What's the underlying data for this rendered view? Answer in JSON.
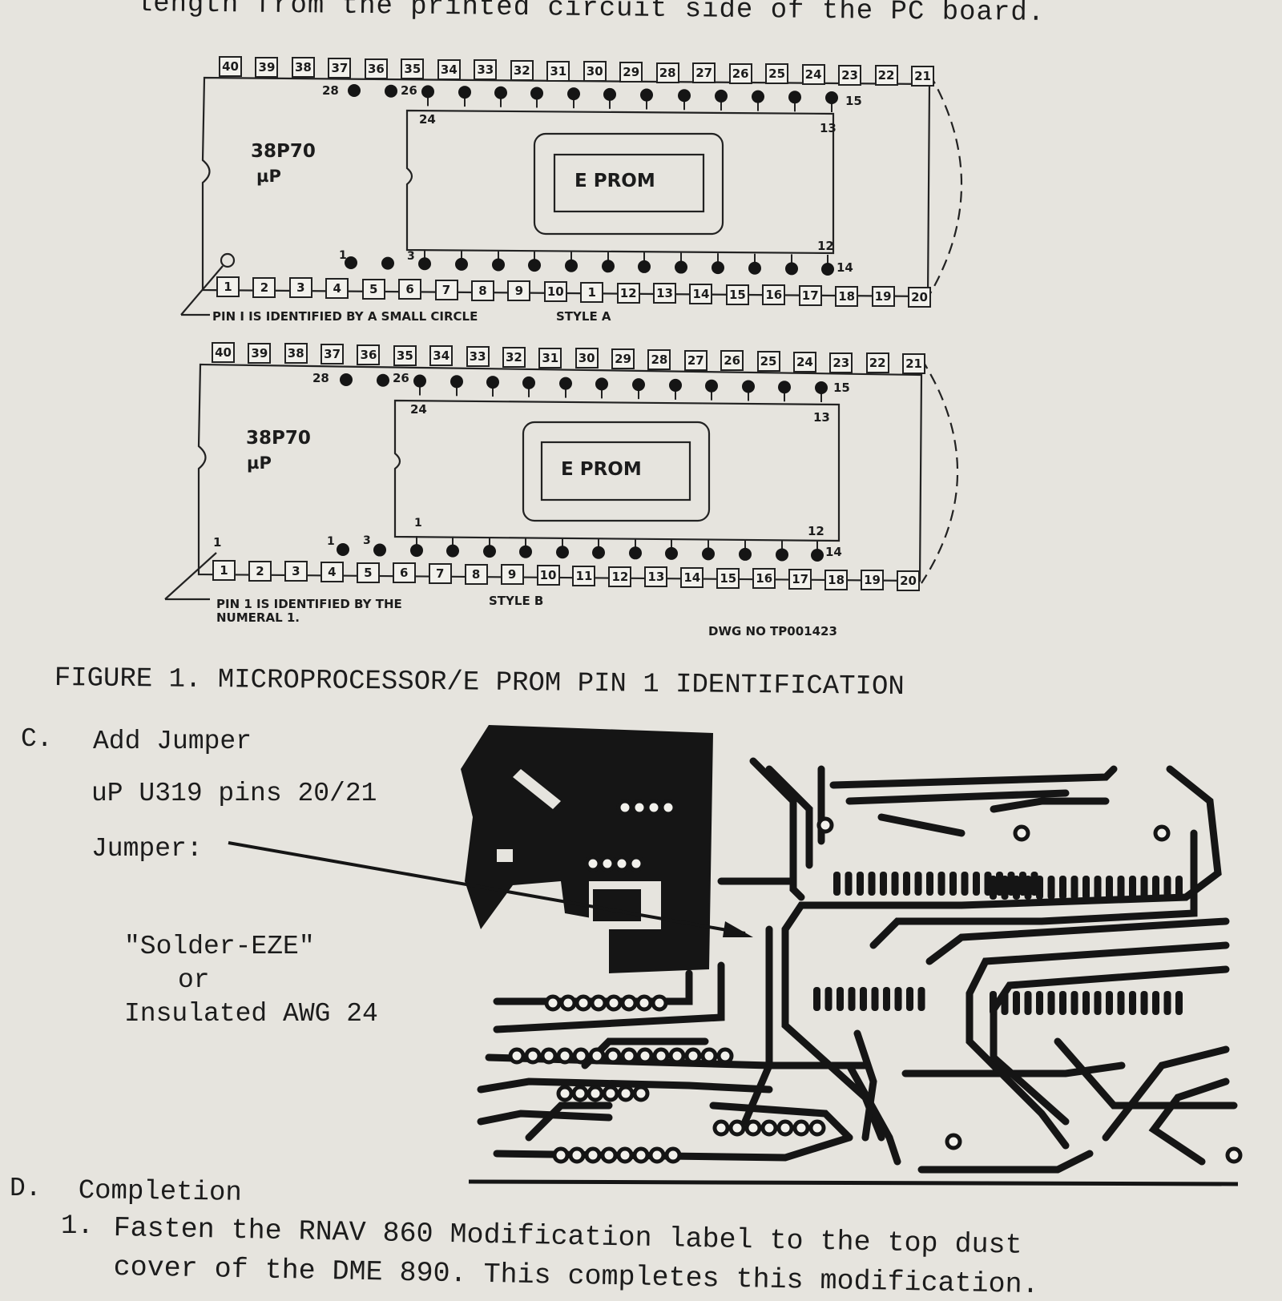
{
  "top_line": "length from the printed circuit side of the PC board.",
  "figure": {
    "style_a": {
      "chip_label": "38P70",
      "chip_sub": "µP",
      "eprom_label": "E PROM",
      "pins_top": [
        "40",
        "39",
        "38",
        "37",
        "36",
        "35",
        "34",
        "33",
        "32",
        "31",
        "30",
        "29",
        "28",
        "27",
        "26",
        "25",
        "24",
        "23",
        "22",
        "21"
      ],
      "pins_bottom": [
        "1",
        "2",
        "3",
        "4",
        "5",
        "6",
        "7",
        "8",
        "9",
        "10",
        "1",
        "12",
        "13",
        "14",
        "15",
        "16",
        "17",
        "18",
        "19",
        "20"
      ],
      "socket_pin_labels": [
        "28",
        "26",
        "15",
        "24",
        "13",
        "1",
        "3",
        "12",
        "14"
      ],
      "note": "PIN I IS IDENTIFIED BY A SMALL CIRCLE",
      "style": "STYLE A"
    },
    "style_b": {
      "chip_label": "38P70",
      "chip_sub": "µP",
      "eprom_label": "E PROM",
      "pins_top": [
        "40",
        "39",
        "38",
        "37",
        "36",
        "35",
        "34",
        "33",
        "32",
        "31",
        "30",
        "29",
        "28",
        "27",
        "26",
        "25",
        "24",
        "23",
        "22",
        "21"
      ],
      "pins_bottom": [
        "1",
        "2",
        "3",
        "4",
        "5",
        "6",
        "7",
        "8",
        "9",
        "10",
        "11",
        "12",
        "13",
        "14",
        "15",
        "16",
        "17",
        "18",
        "19",
        "20"
      ],
      "socket_pin_labels": [
        "28",
        "26",
        "15",
        "24",
        "13",
        "1",
        "1",
        "3",
        "12",
        "14"
      ],
      "note_line1": "PIN 1 IS IDENTIFIED BY THE",
      "note_line2": "NUMERAL 1.",
      "style": "STYLE B"
    },
    "dwg_no": "DWG NO TP001423",
    "caption": "FIGURE 1.   MICROPROCESSOR/E PROM PIN 1 IDENTIFICATION"
  },
  "section_c": {
    "letter": "C.",
    "title": "Add Jumper",
    "line1": "uP U319 pins 20/21",
    "line2": "Jumper:",
    "line3": "\"Solder-EZE\"",
    "line4": "or",
    "line5": "Insulated AWG 24"
  },
  "section_d": {
    "letter": "D.",
    "title": "Completion",
    "item1_num": "1.",
    "item1_line1": "Fasten the RNAV 860 Modification label to the top dust",
    "item1_line2": "cover of the DME 890.  This completes this modification."
  },
  "colors": {
    "paper": "#e6e4de",
    "ink": "#1c1c1c"
  }
}
